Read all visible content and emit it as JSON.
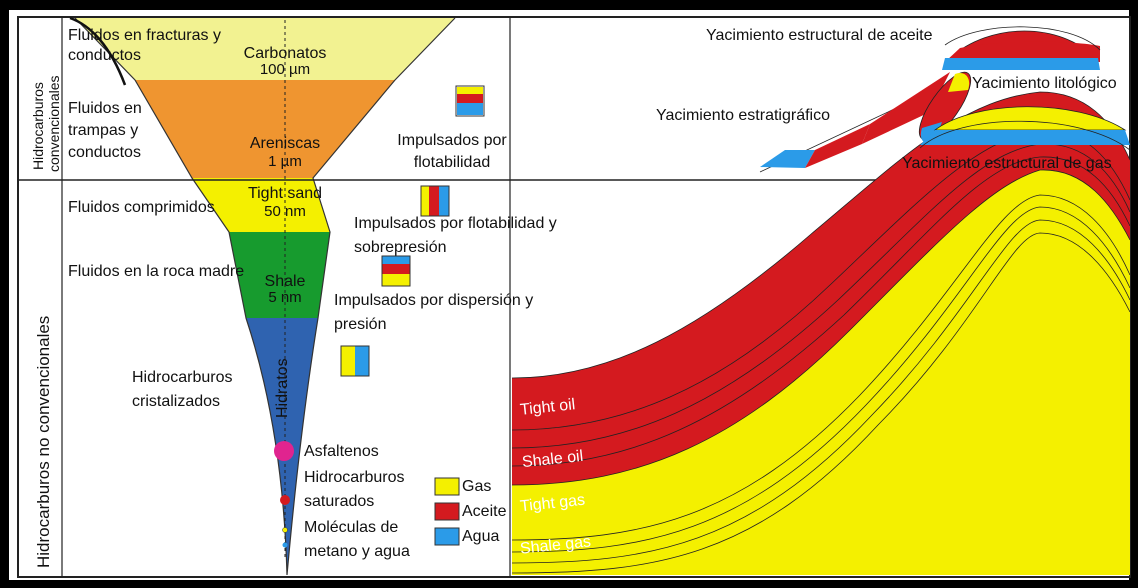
{
  "side_labels": {
    "conventional_line1": "Hidrocarburos",
    "conventional_line2": "convencionales",
    "unconventional": "Hidrocarburos no convencionales"
  },
  "left_labels": {
    "fractures": "Fluidos en fracturas y conductos",
    "traps": "Fluidos en trampas y conductos",
    "compressed": "Fluidos comprimidos",
    "source_rock": "Fluidos en la roca madre",
    "crystallized": "Hidrocarburos cristalizados"
  },
  "funnel_layers": [
    {
      "name": "Carbonatos",
      "size": "100 µm",
      "color": "#f2f291"
    },
    {
      "name": "Areniscas",
      "size": "1 µm",
      "color": "#ef9530"
    },
    {
      "name": "Tight sand",
      "size": "50 nm",
      "color": "#f4f000"
    },
    {
      "name": "Shale",
      "size": "5 nm",
      "color": "#179b2e"
    },
    {
      "name": "Hidratos",
      "size": "",
      "color": "#2f63b0"
    }
  ],
  "drivers": {
    "buoyancy": "Impulsados por flotabilidad",
    "buoyancy_overpressure": "Impulsados por flotabilidad y sobrepresión",
    "dispersion_pressure": "Impulsados por dispersión y presión"
  },
  "molecules": {
    "asphaltenes": "Asfaltenos",
    "saturated": "Hidrocarburos saturados",
    "methane_water": "Moléculas de metano y agua"
  },
  "legend": [
    {
      "label": "Gas",
      "color": "#f4f000"
    },
    {
      "label": "Aceite",
      "color": "#d41a1f"
    },
    {
      "label": "Agua",
      "color": "#2b9be8"
    }
  ],
  "reservoirs": {
    "structural_oil": "Yacimiento estructural de aceite",
    "lithologic": "Yacimiento litológico",
    "stratigraphic": "Yacimiento estratigráfico",
    "structural_gas": "Yacimiento estructural de gas"
  },
  "strata": {
    "tight_oil": "Tight oil",
    "shale_oil": "Shale oil",
    "tight_gas": "Tight gas",
    "shale_gas": "Shale gas"
  }
}
